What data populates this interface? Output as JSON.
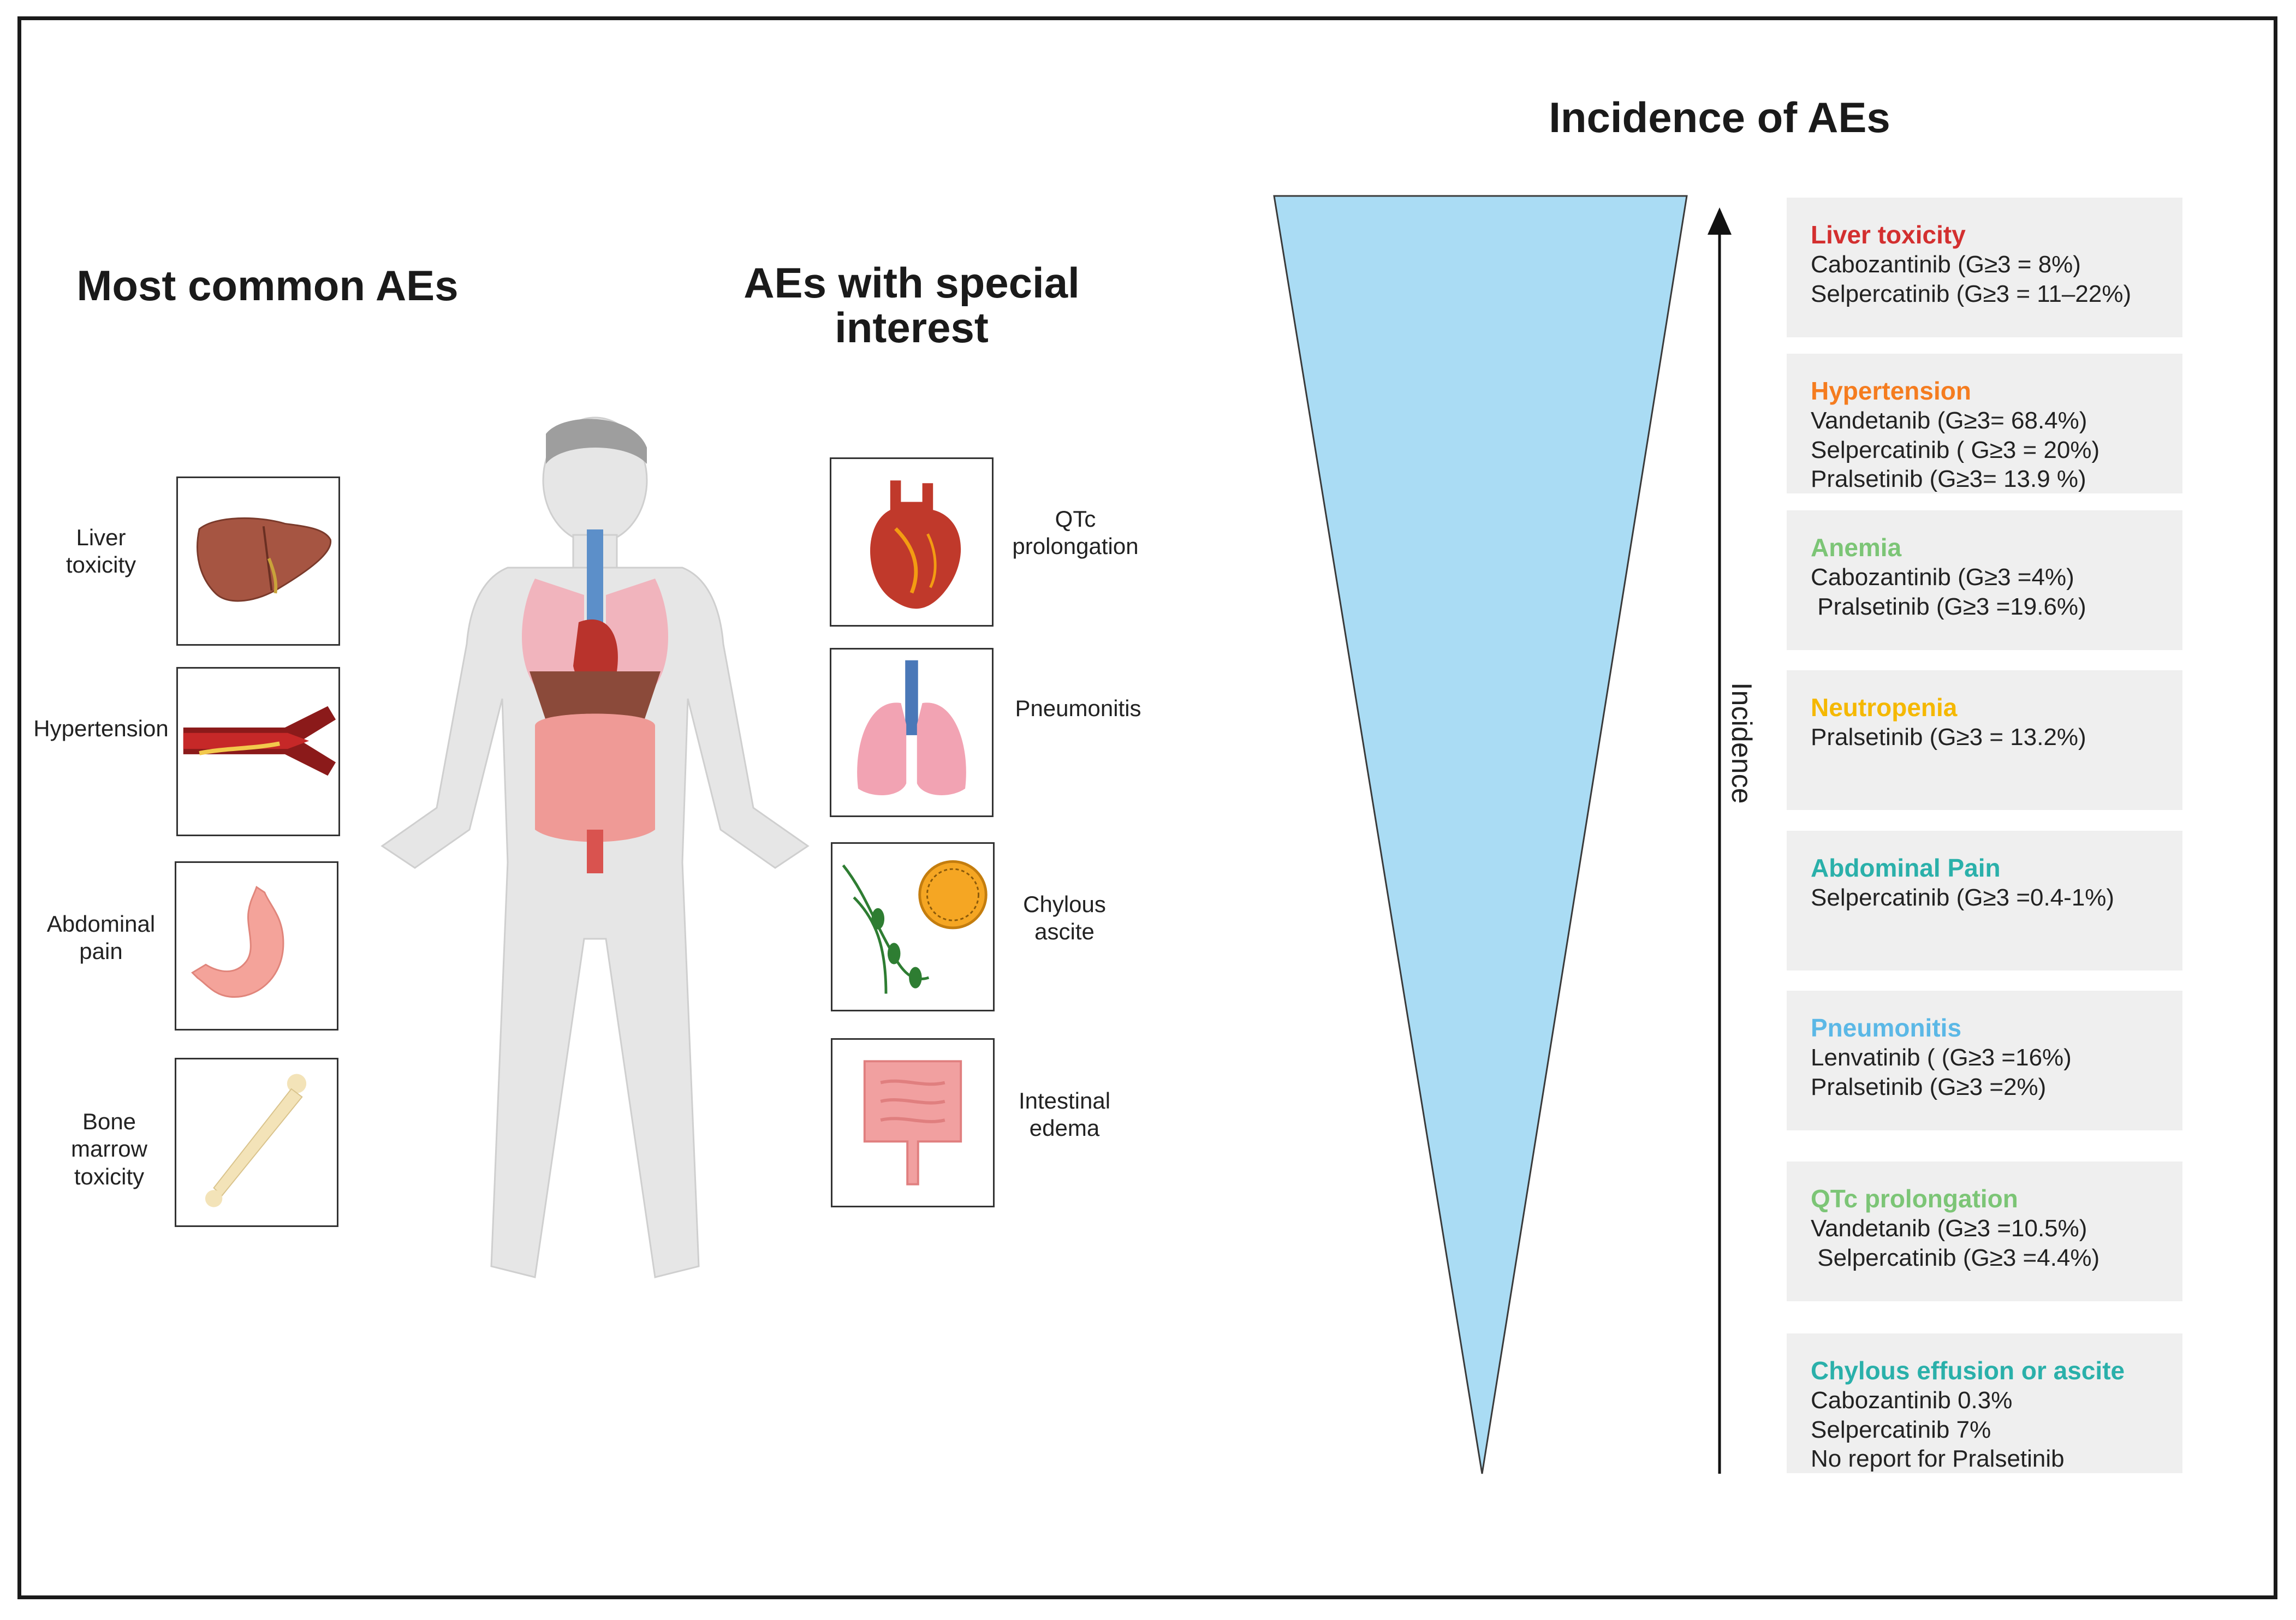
{
  "headings": {
    "incidence": "Incidence of AEs",
    "most_common": "Most common AEs",
    "special_interest_line1": "AEs with special",
    "special_interest_line2": "interest"
  },
  "axis_label": "Incidence",
  "common_aes": [
    {
      "line1": "Liver",
      "line2": "toxicity",
      "line3": "",
      "icon": "liver-icon"
    },
    {
      "line1": "Hypertension",
      "line2": "",
      "line3": "",
      "icon": "artery-icon"
    },
    {
      "line1": "Abdominal",
      "line2": "pain",
      "line3": "",
      "icon": "stomach-icon"
    },
    {
      "line1": "Bone",
      "line2": "marrow",
      "line3": "toxicity",
      "icon": "bone-icon"
    }
  ],
  "special_aes": [
    {
      "line1": "QTc",
      "line2": "prolongation",
      "icon": "heart-icon"
    },
    {
      "line1": "Pneumonitis",
      "line2": "",
      "icon": "lungs-icon"
    },
    {
      "line1": "Chylous",
      "line2": "ascite",
      "icon": "lymphatic-icon"
    },
    {
      "line1": "Intestinal",
      "line2": "edema",
      "icon": "intestine-icon"
    }
  ],
  "incidence_cards": [
    {
      "title": "Liver toxicity",
      "color": "#d32f2f",
      "lines": [
        "Cabozantinib (G≥3 = 8%)",
        "Selpercatinib (G≥3 = 11–22%)"
      ]
    },
    {
      "title": "Hypertension",
      "color": "#f57c1f",
      "lines": [
        "Vandetanib (G≥3= 68.4%)",
        "Selpercatinib ( G≥3 = 20%)",
        "Pralsetinib (G≥3= 13.9 %)"
      ]
    },
    {
      "title": "Anemia",
      "color": "#7cc576",
      "lines": [
        "Cabozantinib (G≥3 =4%)",
        " Pralsetinib (G≥3 =19.6%)"
      ]
    },
    {
      "title": "Neutropenia",
      "color": "#f5b800",
      "lines": [
        "Pralsetinib (G≥3 = 13.2%)"
      ]
    },
    {
      "title": "Abdominal Pain",
      "color": "#2ab0aa",
      "lines": [
        "Selpercatinib (G≥3 =0.4-1%)"
      ]
    },
    {
      "title": "Pneumonitis",
      "color": "#5bb8e6",
      "lines": [
        "Lenvatinib ( (G≥3 =16%)",
        "Pralsetinib (G≥3 =2%)"
      ]
    },
    {
      "title": "QTc prolongation",
      "color": "#7cc576",
      "lines": [
        "Vandetanib (G≥3 =10.5%)",
        " Selpercatinib (G≥3 =4.4%)"
      ]
    },
    {
      "title": "Chylous effusion or ascite",
      "color": "#2ab0aa",
      "lines": [
        "Cabozantinib 0.3%",
        "Selpercatinib 7%",
        "No report for Pralsetinib"
      ]
    }
  ],
  "colors": {
    "triangle": "#aadcf4",
    "card_bg": "#efefef"
  }
}
